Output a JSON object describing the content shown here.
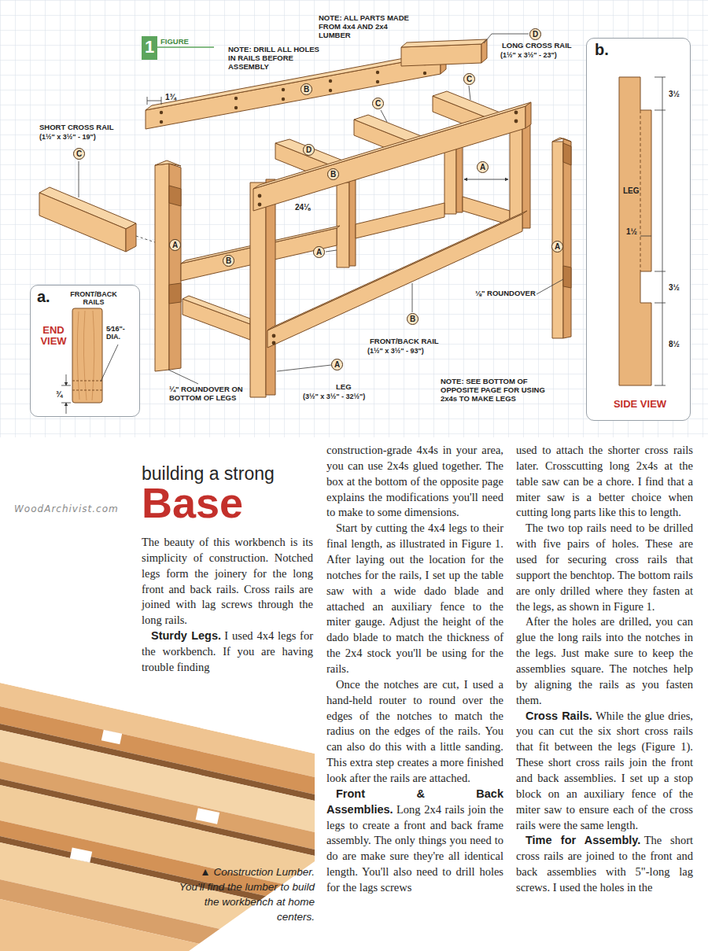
{
  "diagram": {
    "title": "Base",
    "caption": "▲ Construction Lumber. You'll find the lumber to build the workbench at home centers.",
    "nodes": [
      {
        "text": [
          "1",
          "FIGURE"
        ]
      },
      {
        "text": [
          "b.",
          "3½",
          "LEG",
          "1½",
          "3½",
          "8½",
          "SIDE VIEW"
        ]
      },
      {
        "text": [
          "a.",
          "FRONT/BACK RAILS",
          "END VIEW",
          "5⁄16\"- DIA.",
          "¾"
        ]
      }
    ],
    "labels": [
      "NOTE: ALL PARTS MADE FROM 4x4 AND 2x4 LUMBER",
      "NOTE: DRILL ALL HOLES IN RAILS BEFORE ASSEMBLY",
      "1¾",
      "SHORT CROSS RAIL",
      "(1½\" x 3½\" - 19\")",
      "C",
      "B",
      "C",
      "C",
      "D",
      "LONG CROSS RAIL",
      "(1½\" x 3½\" - 23\")",
      "D",
      "A",
      "B",
      "24⅛",
      "A",
      "B",
      "A",
      "⅛\" ROUNDOVER",
      "A",
      "B",
      "FRONT/BACK RAIL",
      "(1½\" x 3½\" - 93\")",
      "¼\" ROUNDOVER ON BOTTOM OF LEGS",
      "A",
      "LEG",
      "(3½\" x 3½\" - 32½\")",
      "NOTE: SEE BOTTOM OF OPPOSITE PAGE FOR USING 2x4s TO MAKE LEGS",
      "WoodArchivist.com",
      "building a strong",
      "The beauty of this workbench is its simplicity of construction. Notched legs form the joinery for the long front and back rails. Cross rails are joined with lag screws through the long rails.",
      "Sturdy Legs.",
      "I used 4x4 legs for the workbench. If you are having trouble finding",
      "construction-grade 4x4s in your area, you can use 2x4s glued together. The box at the bottom of the opposite page explains the modifications you'll need to make to some dimensions.",
      "Start by cutting the 4x4 legs to their final length, as illustrated in Figure 1. After laying out the location for the notches for the rails, I set up the table saw with a wide dado blade and attached an auxiliary fence to the miter gauge. Adjust the height of the dado blade to match the thickness of the 2x4 stock you'll be using for the rails.",
      "Once the notches are cut, I used a hand-held router to round over the edges of the notches to match the radius on the edges of the rails. You can also do this with a little sanding. This extra step creates a more finished look after the rails are attached.",
      "Front & Back Assemblies.",
      "Long 2x4 rails join the legs to create a front and back frame assembly. The only things you need to do are make sure they're all identical length. You'll also need to drill holes for the lags screws",
      "used to attach the shorter cross rails later. Crosscutting long 2x4s at the table saw can be a chore. I find that a miter saw is a better choice when cutting long parts like this to length.",
      "The two top rails need to be drilled with five pairs of holes. These are used for securing cross rails that support the benchtop. The bottom rails are only drilled where they fasten at the legs, as shown in Figure 1.",
      "After the holes are drilled, you can glue the long rails into the notches in the legs. Just make sure to keep the assemblies square. The notches help by aligning the rails as you fasten them.",
      "Cross Rails.",
      "While the glue dries, you can cut the six short cross rails that fit between the legs (Figure 1). These short cross rails join the front and back assemblies. I set up a stop block on an auxiliary fence of the miter saw to ensure each of the cross rails were the same length.",
      "Time for Assembly.",
      "The short cross rails are joined to the front and back assemblies with 5\"-long lag screws. I used the holes in the"
    ]
  }
}
